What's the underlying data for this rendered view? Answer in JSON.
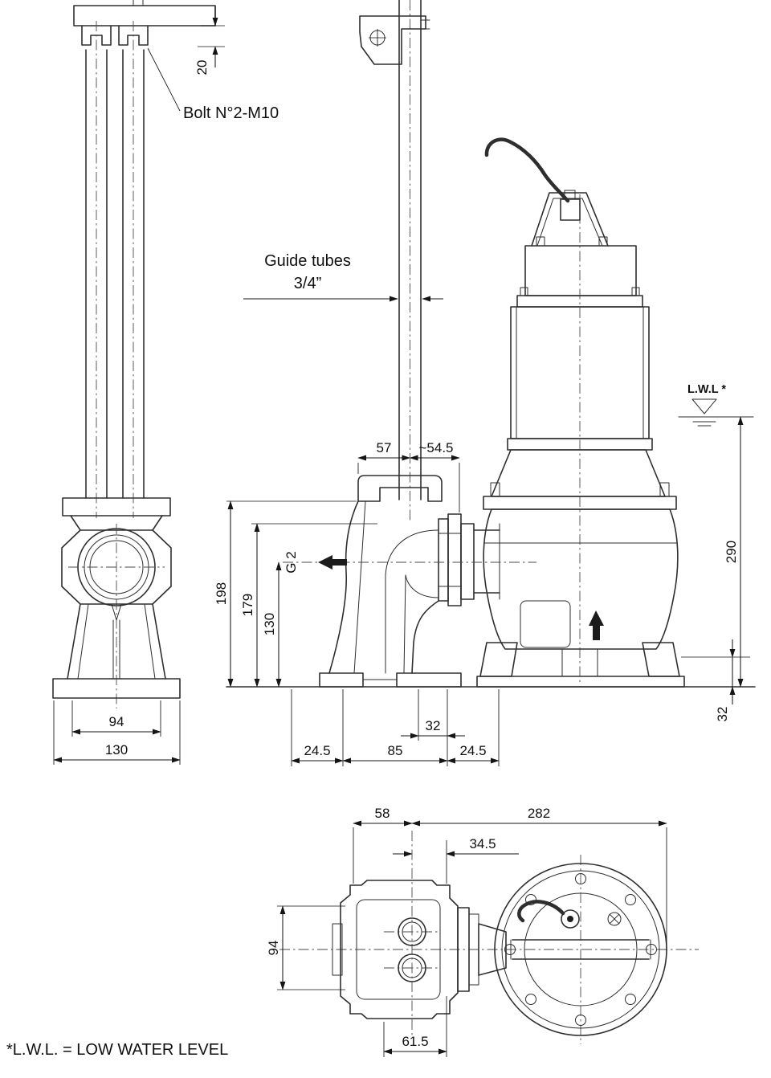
{
  "notes": {
    "bolt": "Bolt N°2-M10",
    "guide_tubes_line1": "Guide tubes",
    "guide_tubes_line2": "3/4”",
    "low_water_level": "L.W.L *",
    "discharge_thread": "G 2",
    "footnote": "*L.W.L. = LOW WATER LEVEL"
  },
  "dims": {
    "bracket_drop": "20",
    "tube_clamp_left": "57",
    "tube_clamp_right": "~54.5",
    "height_duckfoot_top": "198",
    "height_inlet_top": "179",
    "height_inlet_center": "130",
    "front_base_inner": "94",
    "front_base_width": "130",
    "foot_left": "24.5",
    "foot_center": "85",
    "foot_right": "24.5",
    "rib_width": "32",
    "lwl_to_floor": "290",
    "suction_clearance": "32",
    "plan_tube_to_edge": "58",
    "plan_tube_to_pump_edge": "282",
    "plan_tube_to_flange": "34.5",
    "plan_duckfoot_width": "94",
    "plan_flange_offset": "61.5"
  }
}
